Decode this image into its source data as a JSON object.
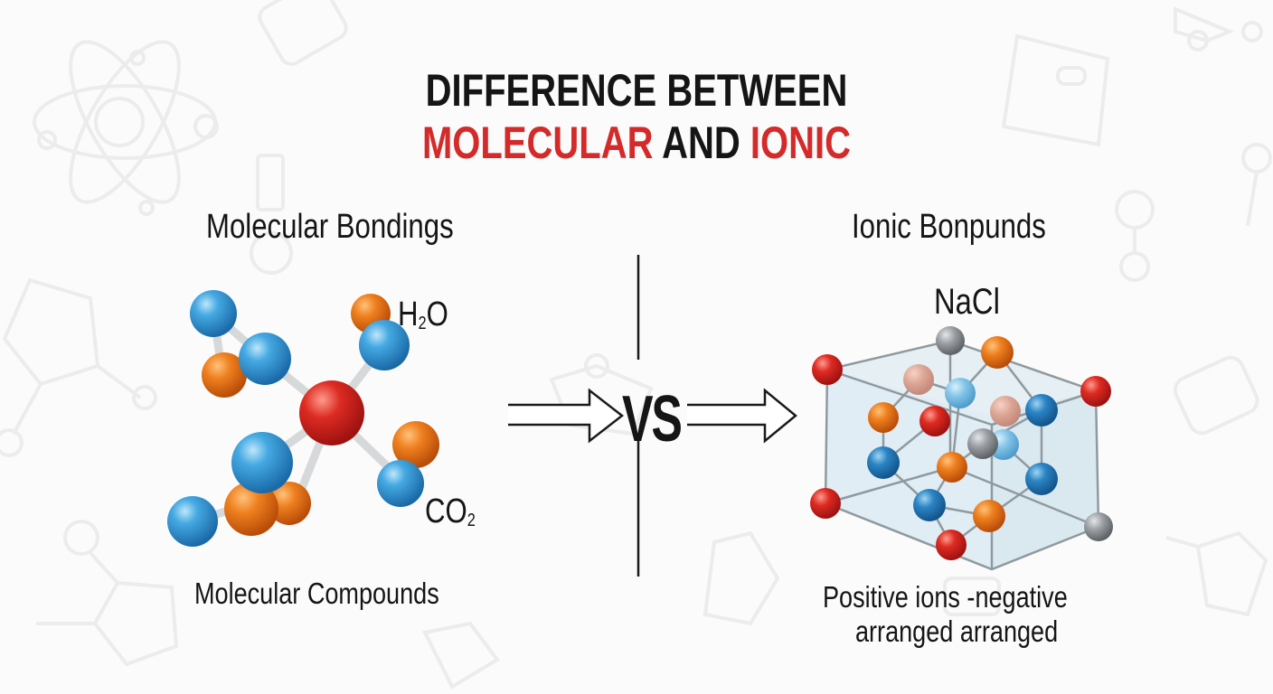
{
  "title": {
    "line1": "DIFFERENCE BETWEEN",
    "line2_part1": "MOLECULAR",
    "line2_part2": " AND ",
    "line2_part3": "IONIC",
    "accent_color": "#d42a2a",
    "text_color": "#151515"
  },
  "left_panel": {
    "heading": "Molecular Bondings",
    "formula_h2o": {
      "base": "H",
      "sub": "2",
      "tail": "O"
    },
    "formula_co2": {
      "base": "CO",
      "sub": "2"
    },
    "caption": "Molecular Compounds"
  },
  "center": {
    "vs_label": "VS",
    "divider_color": "#1a1a1a"
  },
  "right_panel": {
    "heading": "Ionic Bonpunds",
    "formula": "NaCl",
    "caption_line1": "Positive ions -negative",
    "caption_line2": "arranged arranged"
  },
  "colors": {
    "atom_blue": "#2f95d6",
    "atom_orange": "#e8761a",
    "atom_red": "#d3201e",
    "atom_gray": "#8a8d90",
    "atom_pink": "#d9a393",
    "atom_lightblue": "#7cbfe6",
    "bond": "#d9dadb",
    "crystal_face": "#d8e8f0",
    "crystal_edge": "#8e9aa0"
  },
  "molecule_atoms": [
    {
      "type": "bond_set",
      "note": "stick-and-ball molecule"
    }
  ]
}
